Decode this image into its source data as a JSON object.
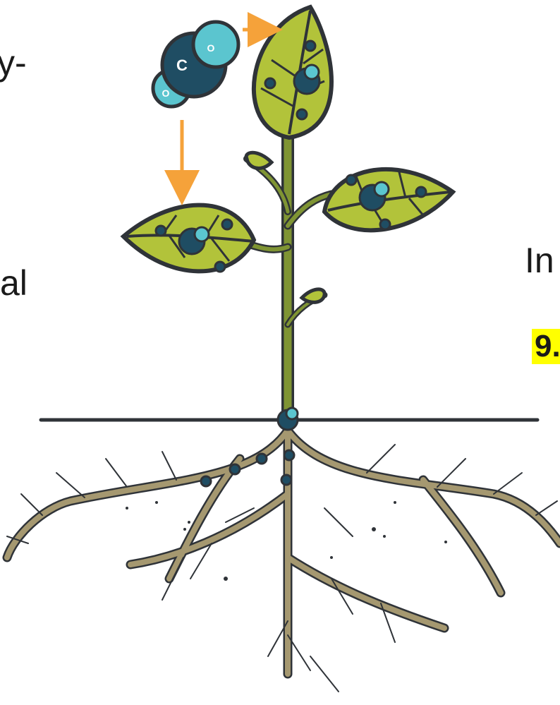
{
  "fragments": {
    "left_top": "y-",
    "left_mid": "al",
    "right_mid": "In",
    "right_low": "9."
  },
  "molecule": {
    "center_label": "C",
    "small_label_1": "O",
    "small_label_2": "O"
  },
  "colors": {
    "leaf": "#b2c33a",
    "outline": "#2f3338",
    "stem": "#7f9433",
    "root": "#a59870",
    "molecule_dark": "#1f4d63",
    "molecule_light": "#5bc5cf",
    "arrow": "#f5a23a",
    "highlight": "#ffff00"
  }
}
